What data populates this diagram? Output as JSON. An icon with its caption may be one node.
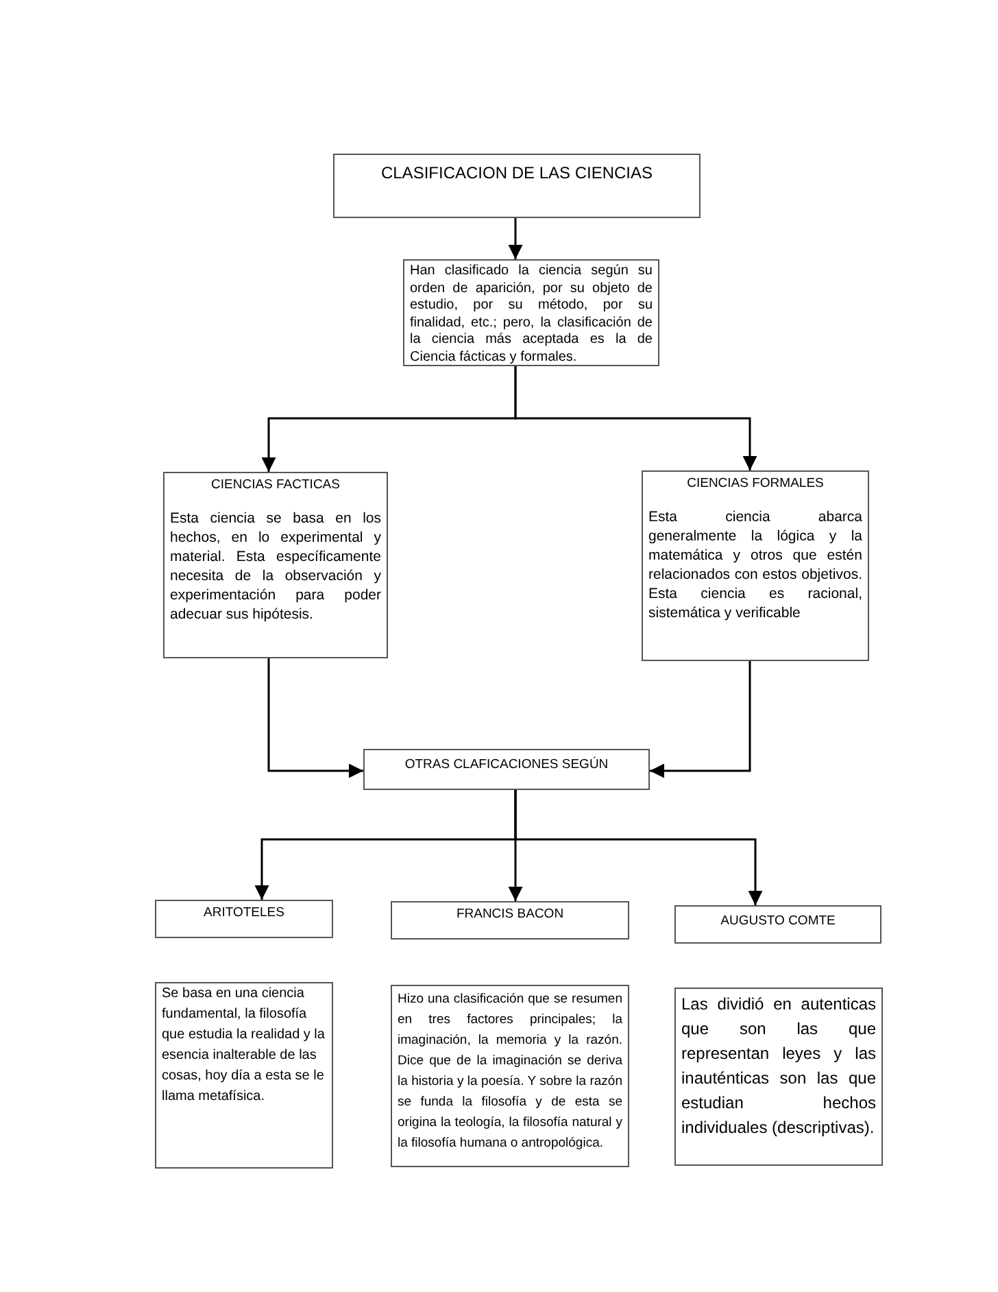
{
  "diagram": {
    "nodes": [
      {
        "text": [
          "CLASIFICACION DE LAS CIENCIAS"
        ]
      },
      {
        "text": [
          "Han clasificado la ciencia según su orden de aparición, por su objeto de estudio, por su método, por su finalidad, etc.; pero, la clasificación de la ciencia más aceptada es la de Ciencia fácticas y formales."
        ]
      },
      {
        "text": [
          "CIENCIAS FACTICAS",
          "Esta ciencia se basa en los hechos, en lo experimental y material. Esta específicamente necesita de la observación y experimentación para poder adecuar sus hipótesis."
        ]
      },
      {
        "text": [
          "CIENCIAS FORMALES",
          "Esta ciencia abarca generalmente la lógica y la matemática y otros que estén relacionados con estos objetivos. Esta ciencia es racional, sistemática y verificable"
        ]
      },
      {
        "text": [
          "OTRAS CLAFICACIONES SEGÚN"
        ]
      },
      {
        "text": [
          "ARITOTELES"
        ]
      },
      {
        "text": [
          "FRANCIS BACON"
        ]
      },
      {
        "text": [
          "AUGUSTO  COMTE"
        ]
      },
      {
        "text": [
          "Se basa en una ciencia fundamental, la filosofía que estudia la realidad y la esencia inalterable de las cosas, hoy día a esta se le llama metafísica."
        ]
      },
      {
        "text": [
          "Hizo una clasificación que se resumen en tres factores principales; la imaginación, la memoria y la razón. Dice que de la imaginación se deriva la historia y la poesía. Y sobre la razón se funda la filosofía y de esta se origina la teología, la filosofía natural y la filosofía humana o antropológica."
        ]
      },
      {
        "text": [
          "Las dividió en autenticas que son las que representan leyes y las inauténticas son las que estudian hechos individuales (descriptivas)."
        ]
      }
    ],
    "edges": [
      {
        "from": 0,
        "to": 1,
        "arrow": "to"
      },
      {
        "from": 1,
        "to": 2,
        "arrow": "to"
      },
      {
        "from": 1,
        "to": 3,
        "arrow": "to"
      },
      {
        "from": 2,
        "to": 4,
        "arrow": "to"
      },
      {
        "from": 3,
        "to": 4,
        "arrow": "to"
      },
      {
        "from": 4,
        "to": 5,
        "arrow": "to"
      },
      {
        "from": 4,
        "to": 6,
        "arrow": "to"
      },
      {
        "from": 4,
        "to": 7,
        "arrow": "to"
      }
    ]
  }
}
